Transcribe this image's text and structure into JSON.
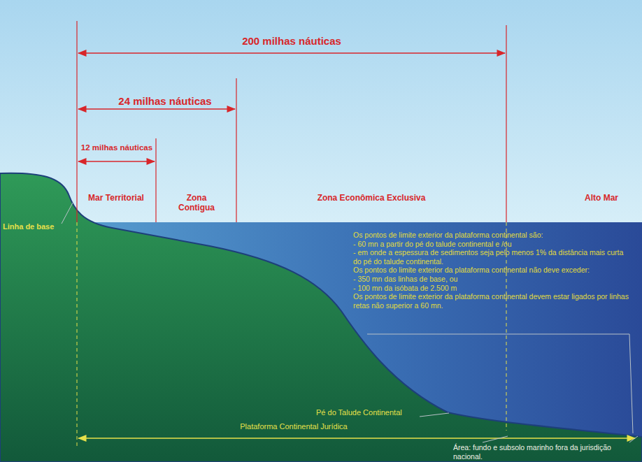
{
  "diagram": {
    "labels": [
      "200 milhas náuticas",
      "24 milhas náuticas",
      "12 milhas náuticas",
      "Mar Territorial",
      "Zona Contigua",
      "Zona Econômica Exclusiva",
      "Alto Mar",
      "Linha de base",
      "Os pontos de limite exterior da plataforma continental são:",
      "- 60 mn a partir do pé do talude continental e /ou",
      "- em onde a espessura de sedimentos seja pelo menos 1% da distância mais curta do pé do talude continental.",
      "Os pontos do limite exterior da plataforma continental não deve exceder:",
      "- 350 mn das linhas de base, ou",
      "- 100 mn da isóbata de 2.500 m",
      "Os pontos de limite exterior da plataforma continental devem estar ligados por linhas retas não superior a 60 mn.",
      "Pé do Talude Continental",
      "Plataforma Continental Jurídica",
      "Área: fundo e subsolo marinho fora da jurisdição nacional."
    ]
  }
}
